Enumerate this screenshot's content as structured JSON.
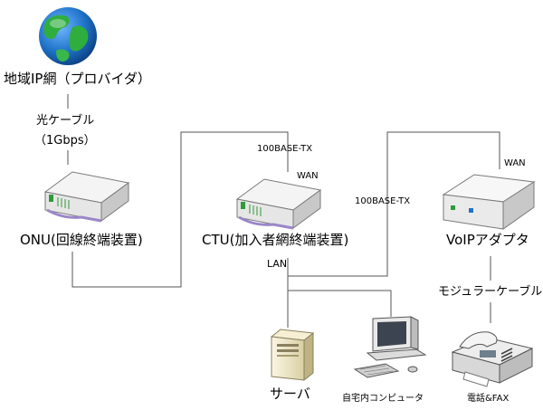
{
  "nodes": {
    "internet": {
      "label": "地域IP網（プロバイダ）",
      "icon": "globe-icon"
    },
    "onu": {
      "label": "ONU(回線終端装置)",
      "icon": "onu-device-icon"
    },
    "ctu": {
      "label": "CTU(加入者網終端装置)",
      "icon": "ctu-device-icon"
    },
    "voip": {
      "label": "VoIPアダプタ",
      "icon": "voip-adapter-icon"
    },
    "server": {
      "label": "サーバ",
      "icon": "server-tower-icon"
    },
    "pc": {
      "label": "自宅内コンピュータ",
      "icon": "desktop-computer-icon"
    },
    "phone": {
      "label": "電話&FAX",
      "icon": "fax-phone-icon"
    }
  },
  "links": {
    "fiber": {
      "line1": "光ケーブル",
      "line2": "（1Gbps）"
    },
    "onu_ctu_port": "100BASE-TX",
    "ctu_wan": "WAN",
    "ctu_lan": "LAN",
    "ctu_voip_port": "100BASE-TX",
    "voip_wan": "WAN",
    "modular": "モジュラーケーブル"
  },
  "colors": {
    "line": "#555555",
    "device_body": "#f4f4f4",
    "device_edge": "#7a7a7a",
    "device_shadow": "#c8c8c8",
    "accent_purple": "#9a86c8",
    "accent_green": "#2e9a3a",
    "globe_sea": "#1f73c9",
    "globe_land": "#2fae3e",
    "server_body": "#f0e8c8"
  }
}
